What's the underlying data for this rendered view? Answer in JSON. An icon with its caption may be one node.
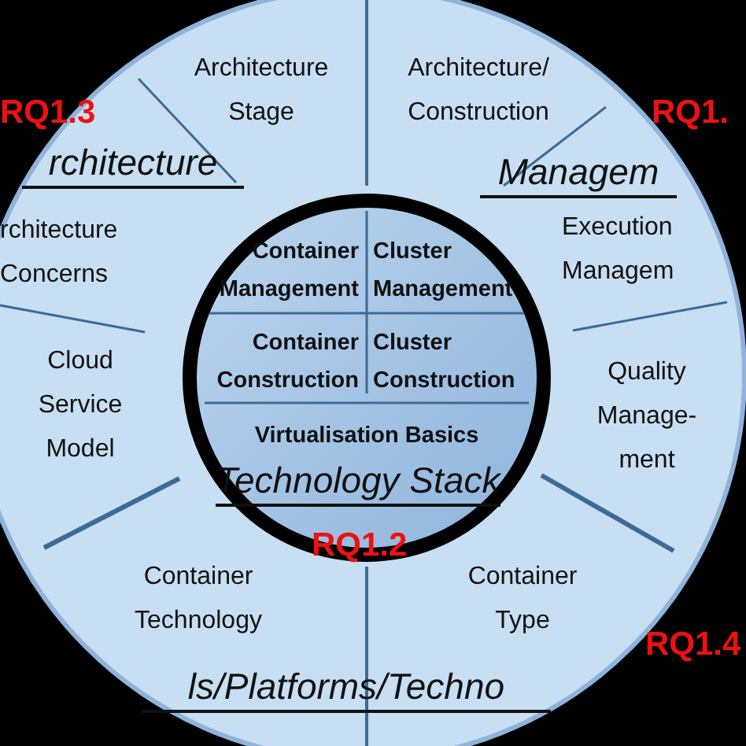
{
  "diagram": {
    "nodes": [
      {
        "text": [
          "Architecture Stage"
        ]
      },
      {
        "text": [
          "Architecture/ Construction"
        ]
      },
      {
        "text": [
          "rchitecture Concerns"
        ]
      },
      {
        "text": [
          "Execution Managem"
        ]
      },
      {
        "text": [
          "Technology Stack"
        ]
      },
      {
        "text": [
          "Container Management"
        ],
        "in": 4
      },
      {
        "text": [
          "Cluster Management"
        ],
        "in": 4
      },
      {
        "text": [
          "Container Construction"
        ],
        "in": 4
      },
      {
        "text": [
          "Cluster Construction"
        ],
        "in": 4
      },
      {
        "text": [
          "Virtualisation Basics"
        ],
        "in": 4
      },
      {
        "text": [
          "Cloud Service Model"
        ]
      },
      {
        "text": [
          "Quality Manage- ment"
        ]
      },
      {
        "text": [
          "Container Technology"
        ]
      },
      {
        "text": [
          "Container Type"
        ]
      }
    ],
    "labels": [
      "RQ1.3",
      "RQ1.",
      "rchitecture",
      "Managem",
      "RQ1.2",
      "RQ1.4",
      "ls/Platforms/Techno"
    ]
  }
}
